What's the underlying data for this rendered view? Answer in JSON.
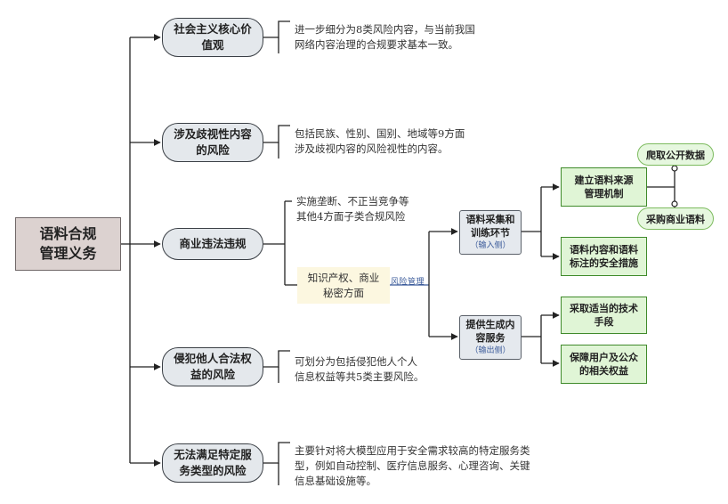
{
  "root": "语料合规\n管理义务",
  "categories": [
    {
      "label": "社会主义核心价\n值观",
      "desc": "进一步细分为8类风险内容，与当前我国\n网络内容治理的合规要求基本一致。"
    },
    {
      "label": "涉及歧视性内容\n的风险",
      "desc": "包括民族、性别、国别、地域等9方面\n涉及歧视内容的风险视性的内容。"
    },
    {
      "label": "商业违法违规",
      "desc": "实施垄断、不正当竞争等\n其他4方面子类合规风险"
    },
    {
      "label": "侵犯他人合法权\n益的风险",
      "desc": "可划分为包括侵犯他人个人\n信息权益等共5类主要风险。"
    },
    {
      "label": "无法满足特定服\n务类型的风险",
      "desc": "主要针对将大模型应用于安全需求较高的特定服务类\n型，例如自动控制、医疗信息服务、心理咨询、关键\n信息基础设施等。"
    }
  ],
  "ip_box": "知识产权、商业\n秘密方面",
  "risk_label": "风险管理",
  "stages": [
    {
      "title": "语料采集和\n训练环节",
      "side": "（输入侧）"
    },
    {
      "title": "提供生成内\n容服务",
      "side": "（输出侧）"
    }
  ],
  "measures": [
    "建立语料来源\n管理机制",
    "语料内容和语料\n标注的安全措施",
    "采取适当的技术\n手段",
    "保障用户及公众\n的相关权益"
  ],
  "sources": [
    "爬取公开数据",
    "采购商业语料"
  ]
}
